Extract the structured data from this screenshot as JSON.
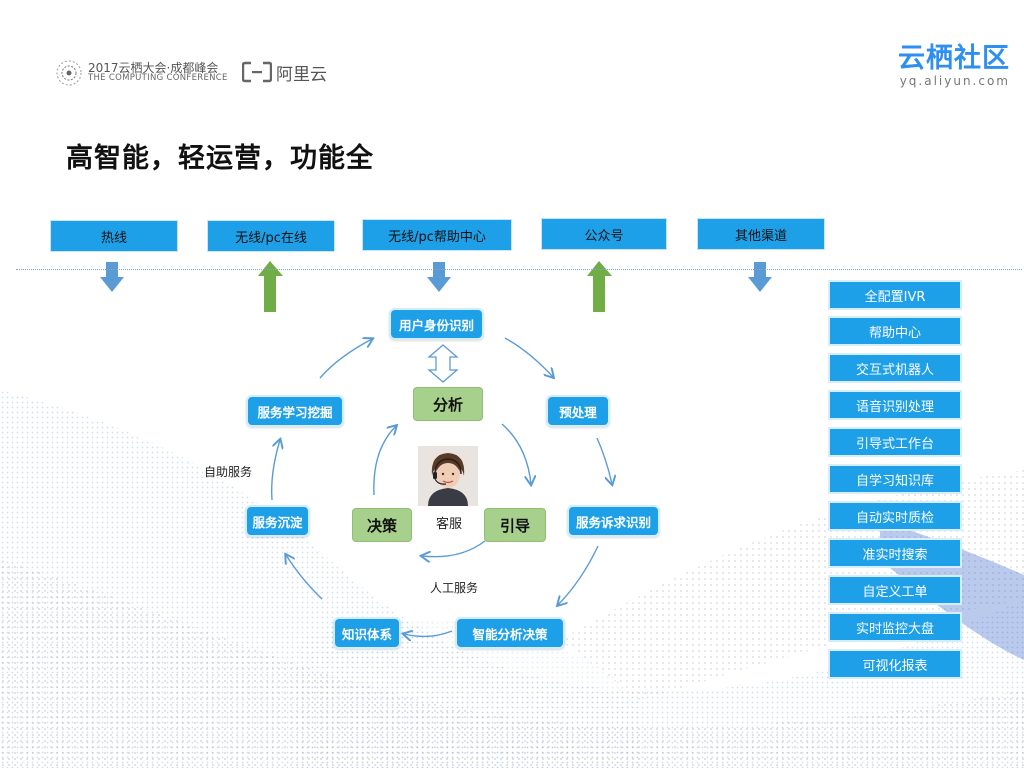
{
  "header": {
    "conference_line1": "2017云栖大会·成都峰会",
    "conference_line2": "THE COMPUTING CONFERENCE",
    "aliyun_label": "阿里云",
    "community_title": "云栖社区",
    "community_url": "yq.aliyun.com"
  },
  "title": "高智能，轻运营，功能全",
  "channels": [
    {
      "label": "热线",
      "direction": "down"
    },
    {
      "label": "无线/pc在线",
      "direction": "up"
    },
    {
      "label": "无线/pc帮助中心",
      "direction": "down"
    },
    {
      "label": "公众号",
      "direction": "up"
    },
    {
      "label": "其他渠道",
      "direction": "down"
    }
  ],
  "cycle": {
    "user_identity": "用户身份识别",
    "preprocess": "预处理",
    "service_request": "服务诉求识别",
    "smart_decision": "智能分析决策",
    "knowledge_system": "知识体系",
    "service_settle": "服务沉淀",
    "service_mining": "服务学习挖掘",
    "self_service": "自助服务",
    "manual_service": "人工服务"
  },
  "core": {
    "analyze": "分析",
    "decide": "决策",
    "guide": "引导",
    "agent": "客服"
  },
  "features": [
    "全配置IVR",
    "帮助中心",
    "交互式机器人",
    "语音识别处理",
    "引导式工作台",
    "自学习知识库",
    "自动实时质检",
    "准实时搜索",
    "自定义工单",
    "实时监控大盘",
    "可视化报表"
  ],
  "colors": {
    "node_blue": "#1ea0e8",
    "core_green": "#a8d08d",
    "arrow_down_blue": "#5b9bd5",
    "arrow_up_green": "#70ad47",
    "cycle_arrow": "#5b9bd5",
    "brand_blue": "#2f8ff0"
  }
}
